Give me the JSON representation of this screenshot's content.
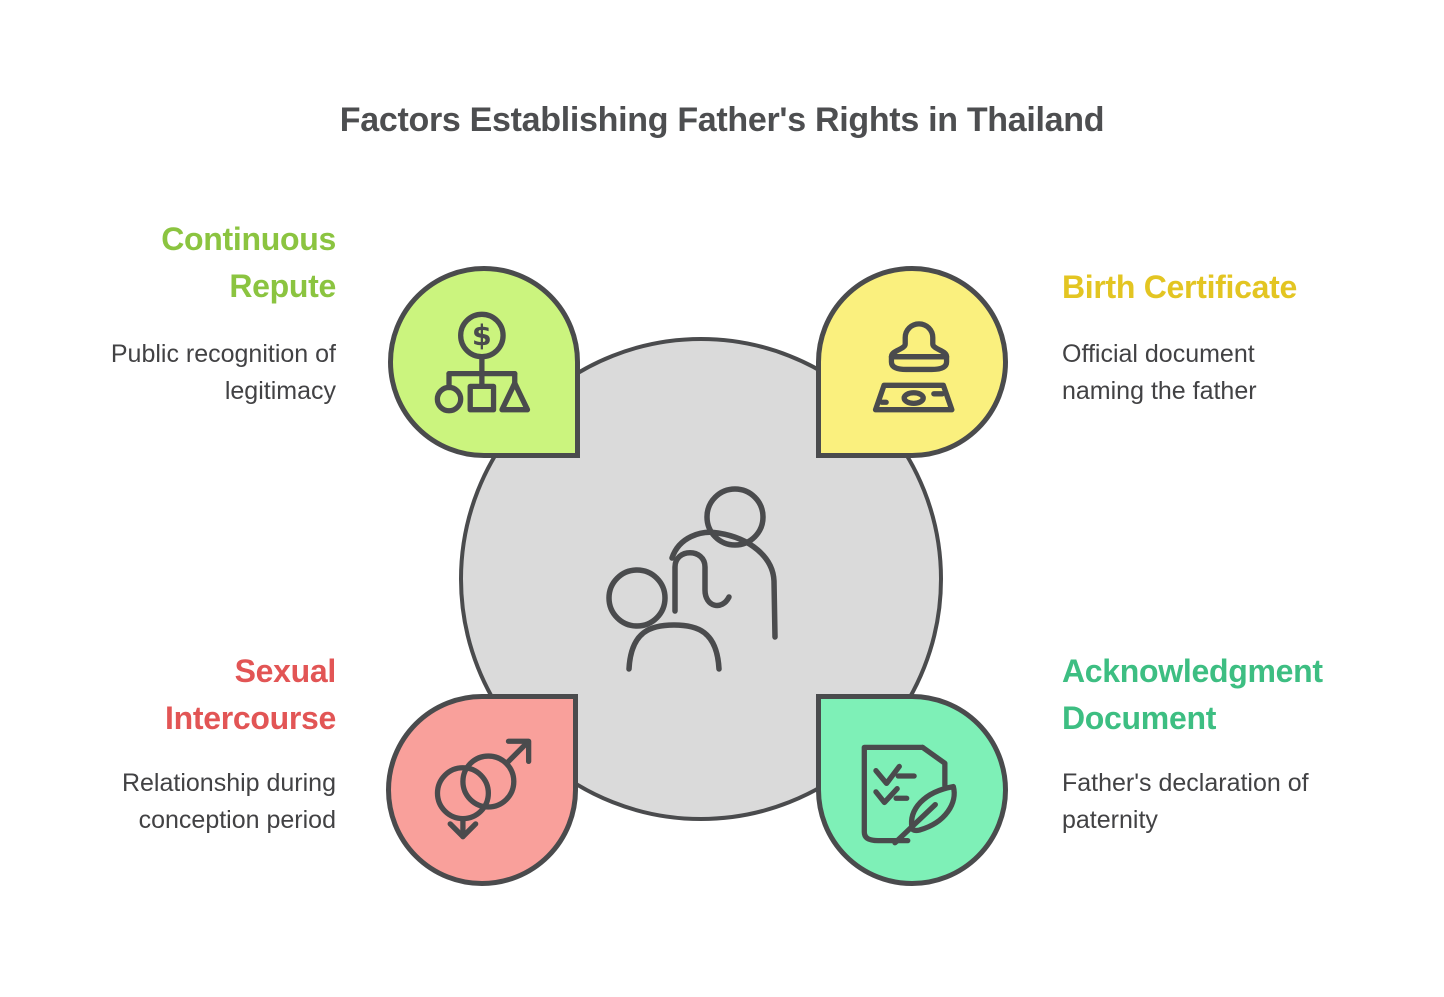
{
  "title": "Factors Establishing Father's Rights in Thailand",
  "center": {
    "icon": "parent-child-icon",
    "fill": "#DADADA"
  },
  "colors": {
    "title_text": "#4D4E50",
    "body_text": "#424244",
    "outline": "#4A4B4D",
    "center_fill": "#DADADA",
    "green_accent": "#8BC440",
    "green_fill": "#CBF47E",
    "yellow_accent": "#E3C522",
    "yellow_fill": "#FAF07E",
    "red_accent": "#E25555",
    "red_fill": "#F9A09B",
    "teal_accent": "#3DBE82",
    "teal_fill": "#7EF0B7"
  },
  "factors": [
    {
      "id": "continuous-repute",
      "position": "top-left",
      "heading": "Continuous\nRepute",
      "description": "Public recognition of\nlegitimacy",
      "icon": "money-allocation-icon",
      "accent": "#8BC440",
      "fill": "#CBF47E"
    },
    {
      "id": "birth-certificate",
      "position": "top-right",
      "heading": "Birth Certificate",
      "description": "Official document\nnaming the father",
      "icon": "stamp-icon",
      "accent": "#E3C522",
      "fill": "#FAF07E"
    },
    {
      "id": "sexual-intercourse",
      "position": "bottom-left",
      "heading": "Sexual\nIntercourse",
      "description": "Relationship during\nconception period",
      "icon": "gender-symbols-icon",
      "accent": "#E25555",
      "fill": "#F9A09B"
    },
    {
      "id": "acknowledgment-document",
      "position": "bottom-right",
      "heading": "Acknowledgment\nDocument",
      "description": "Father's declaration of\npaternity",
      "icon": "document-quill-icon",
      "accent": "#3DBE82",
      "fill": "#7EF0B7"
    }
  ]
}
